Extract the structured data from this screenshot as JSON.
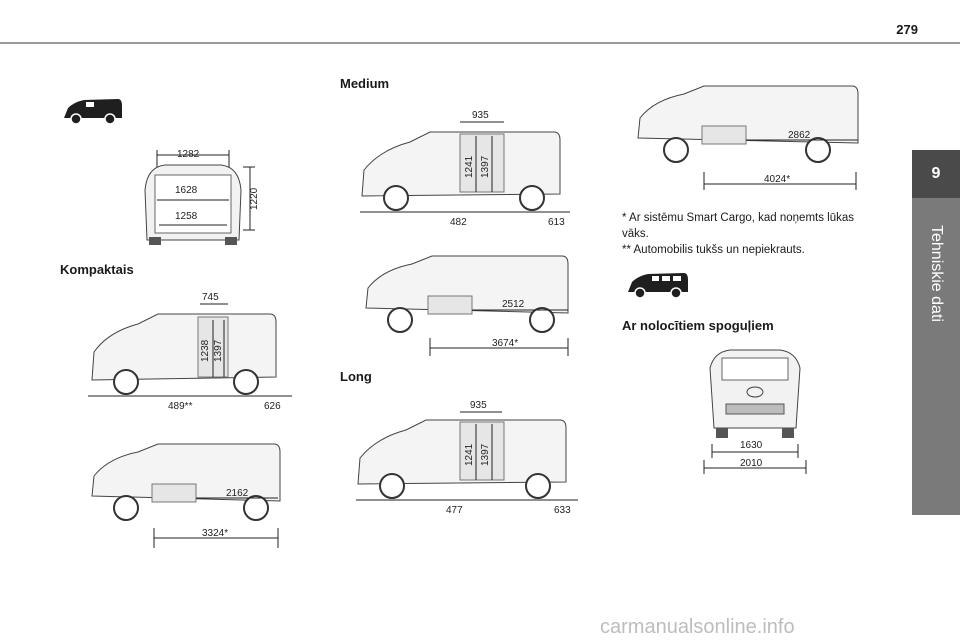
{
  "header": {
    "page_number": "279"
  },
  "sidebar": {
    "chapter": "9",
    "title": "Tehniskie dati"
  },
  "sections": {
    "kompakt": "Kompaktais",
    "medium": "Medium",
    "long": "Long",
    "mirrors": "Ar nolocītiem spoguļiem"
  },
  "notes": {
    "note1": "* Ar sistēmu Smart Cargo, kad noņemts lūkas vāks.",
    "note2": "** Automobilis tukšs un nepiekrauts."
  },
  "rear_view": {
    "top_width": "1282",
    "inner_width": "1628",
    "floor_width": "1258",
    "height": "1220"
  },
  "kompakt_side": {
    "top_len": "745",
    "h1": "1238",
    "h2": "1397",
    "front": "489**",
    "rear": "626"
  },
  "kompakt_length": {
    "load_len": "2162",
    "total_len": "3324*"
  },
  "medium_side": {
    "top_len": "935",
    "h1": "1241",
    "h2": "1397",
    "front": "482",
    "rear": "613"
  },
  "medium_length": {
    "load_len": "2512",
    "total_len": "3674*"
  },
  "long_side": {
    "top_len": "935",
    "h1": "1241",
    "h2": "1397",
    "front": "477",
    "rear": "633"
  },
  "long_length": {
    "load_len": "2862",
    "total_len": "4024*"
  },
  "front_view": {
    "width_folded": "1630",
    "width_total": "2010"
  },
  "watermark": "carmanualsonline.info"
}
